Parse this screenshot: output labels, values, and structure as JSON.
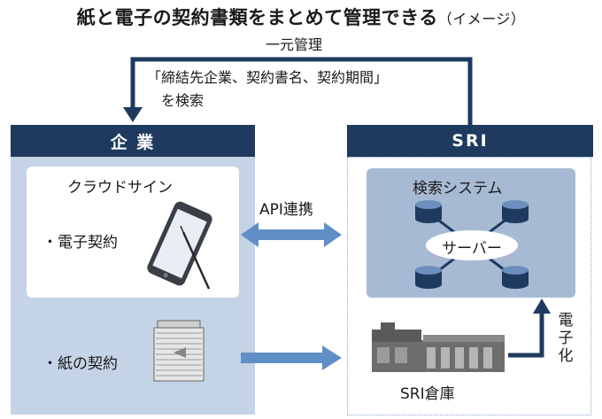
{
  "title": {
    "main": "紙と電子の契約書類をまとめて管理できる",
    "sub": "（イメージ）"
  },
  "top_flow": {
    "label": "一元管理",
    "search_line1": "「締結先企業、契約書名、契約期間」",
    "search_line2": "を検索"
  },
  "company": {
    "header": "企 業",
    "cloud_sign": "クラウドサイン",
    "e_contract": "・電子契約",
    "paper_contract": "・紙の契約"
  },
  "sri": {
    "header": "SRI",
    "search_system": "検索システム",
    "server": "サーバー",
    "warehouse": "SRI倉庫"
  },
  "arrows": {
    "api": "API連携",
    "digitize": "電子化"
  },
  "colors": {
    "navy": "#1f3a5f",
    "panel": "#c4d3e6",
    "system": "#a6bad3",
    "arrow": "#5f8fc6"
  }
}
